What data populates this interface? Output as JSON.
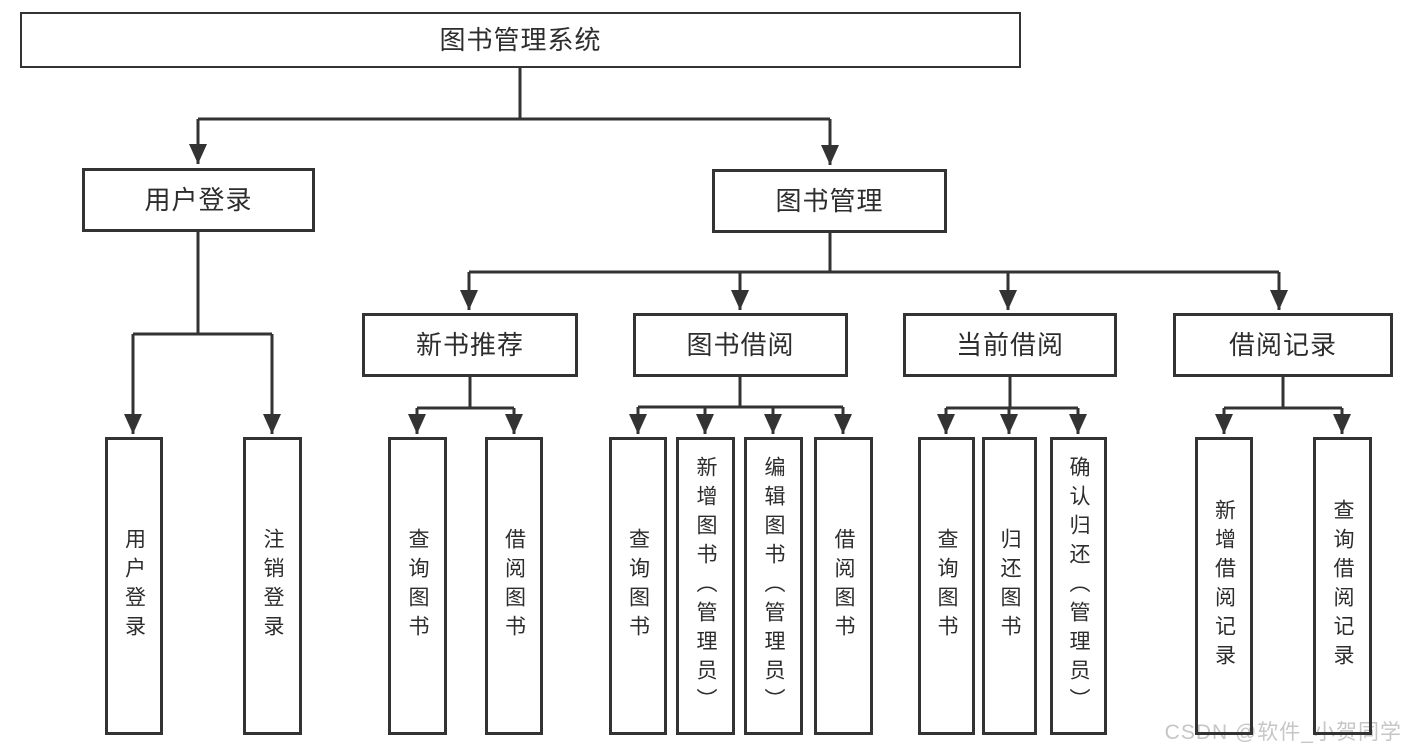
{
  "diagram": {
    "root": {
      "label": "图书管理系统"
    },
    "user_login": {
      "label": "用户登录",
      "children": [
        {
          "label": "用户登录"
        },
        {
          "label": "注销登录"
        }
      ]
    },
    "book_management": {
      "label": "图书管理",
      "groups": [
        {
          "label": "新书推荐",
          "children": [
            {
              "label": "查询图书"
            },
            {
              "label": "借阅图书"
            }
          ]
        },
        {
          "label": "图书借阅",
          "children": [
            {
              "label": "查询图书"
            },
            {
              "label": "新增图书（管理员）"
            },
            {
              "label": "编辑图书（管理员）"
            },
            {
              "label": "借阅图书"
            }
          ]
        },
        {
          "label": "当前借阅",
          "children": [
            {
              "label": "查询图书"
            },
            {
              "label": "归还图书"
            },
            {
              "label": "确认归还（管理员）"
            }
          ]
        },
        {
          "label": "借阅记录",
          "children": [
            {
              "label": "新增借阅记录"
            },
            {
              "label": "查询借阅记录"
            }
          ]
        }
      ]
    }
  },
  "watermark": {
    "text": "CSDN @软件_小贺同学",
    "color": "#c6c6c6"
  },
  "colors": {
    "line": "#333333",
    "text": "#2d2d2d",
    "background": "#ffffff"
  }
}
